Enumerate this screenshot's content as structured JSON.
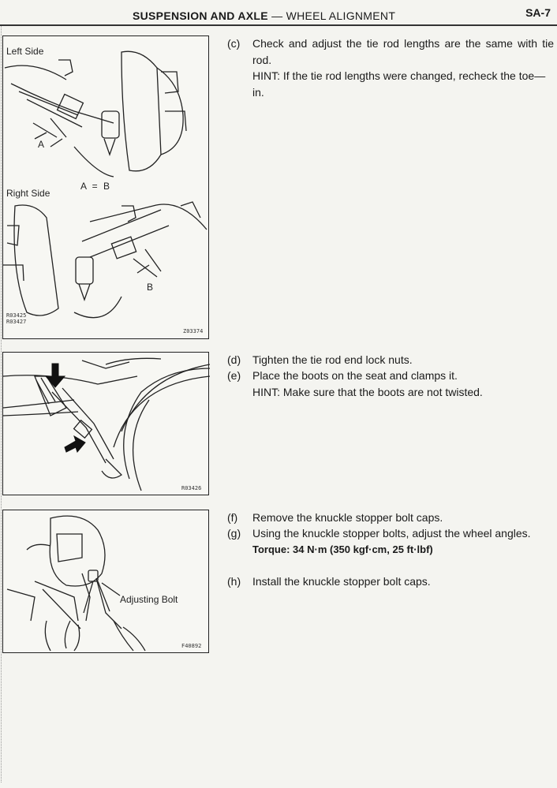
{
  "header": {
    "title_bold": "SUSPENSION AND AXLE",
    "title_sep": " — ",
    "title_rest": "WHEEL ALIGNMENT",
    "page_number": "SA-7"
  },
  "figures": {
    "fig1": {
      "left_side": "Left Side",
      "right_side": "Right Side",
      "equation": "A = B",
      "label_a": "A",
      "label_b": "B",
      "code_1": "R03425",
      "code_2": "R03427",
      "code_3": "Z03374"
    },
    "fig2": {
      "code": "R03426"
    },
    "fig3": {
      "adjusting_bolt": "Adjusting Bolt",
      "code": "F40892"
    }
  },
  "steps": {
    "c": {
      "num": "(c)",
      "text": "Check and adjust the tie rod lengths are the same with tie rod.",
      "hint": "HINT: If the tie rod lengths were changed, recheck the toe—in."
    },
    "d": {
      "num": "(d)",
      "text": "Tighten the tie rod end lock nuts."
    },
    "e": {
      "num": "(e)",
      "text": "Place the boots on the seat and clamps it.",
      "hint": "HINT: Make sure that the boots are not twisted."
    },
    "f": {
      "num": "(f)",
      "text": "Remove the knuckle stopper bolt caps."
    },
    "g": {
      "num": "(g)",
      "text": "Using the knuckle stopper bolts, adjust the wheel angles.",
      "torque": "Torque: 34 N·m (350 kgf·cm, 25 ft·lbf)"
    },
    "h": {
      "num": "(h)",
      "text": "Install the knuckle stopper bolt caps."
    }
  }
}
